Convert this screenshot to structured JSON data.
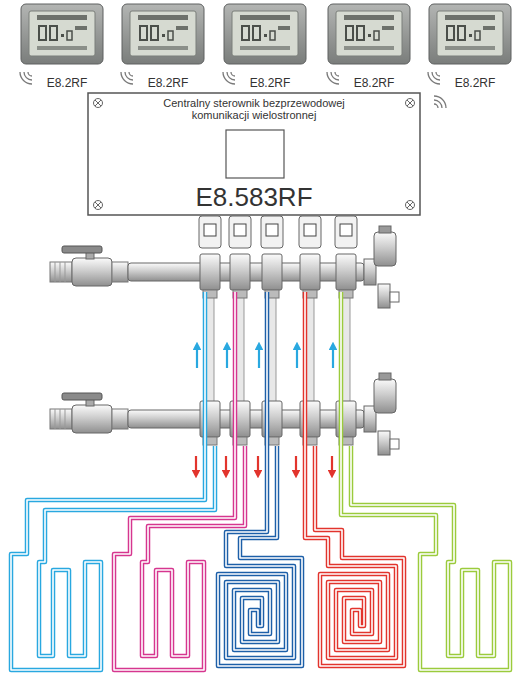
{
  "diagram": {
    "nodes": [
      {
        "text": [
          "E8.2RF"
        ]
      },
      {
        "text": [
          "E8.2RF"
        ]
      },
      {
        "text": [
          "E8.2RF"
        ]
      },
      {
        "text": [
          "E8.2RF"
        ]
      },
      {
        "text": [
          "E8.2RF"
        ]
      },
      {
        "text": [
          "Centralny sterownik bezprzewodowej komunikacji wielostronnej",
          "E8.583RF"
        ]
      }
    ]
  }
}
